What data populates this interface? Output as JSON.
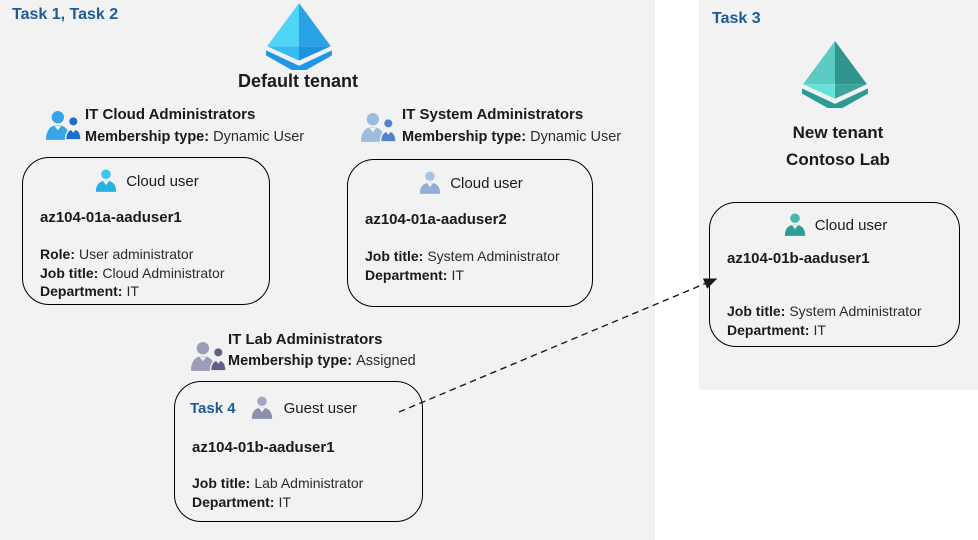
{
  "labels": {
    "task_left": "Task 1, Task 2",
    "task_right": "Task 3",
    "task_guest": "Task 4"
  },
  "tenants": {
    "default": {
      "label": "Default tenant"
    },
    "contoso": {
      "line1": "New tenant",
      "line2": "Contoso Lab"
    }
  },
  "groups": [
    {
      "name": "IT Cloud Administrators",
      "membership_label": "Membership type:",
      "membership_value": "Dynamic User"
    },
    {
      "name": "IT System Administrators",
      "membership_label": "Membership type:",
      "membership_value": "Dynamic User"
    },
    {
      "name": "IT Lab Administrators",
      "membership_label": "Membership type:",
      "membership_value": "Assigned"
    }
  ],
  "users": [
    {
      "type_label": "Cloud user",
      "name": "az104-01a-aaduser1",
      "fields": [
        {
          "label": "Role:",
          "value": "User administrator"
        },
        {
          "label": "Job title:",
          "value": "Cloud Administrator"
        },
        {
          "label": "Department:",
          "value": "IT"
        }
      ]
    },
    {
      "type_label": "Cloud user",
      "name": "az104-01a-aaduser2",
      "fields": [
        {
          "label": "Job title:",
          "value": "System Administrator"
        },
        {
          "label": "Department:",
          "value": "IT"
        }
      ]
    },
    {
      "type_label": "Guest user",
      "name": "az104-01b-aaduser1",
      "fields": [
        {
          "label": "Job title:",
          "value": "Lab Administrator"
        },
        {
          "label": "Department:",
          "value": "IT"
        }
      ]
    },
    {
      "type_label": "Cloud user",
      "name": "az104-01b-aaduser1",
      "fields": [
        {
          "label": "Job title:",
          "value": "System Administrator"
        },
        {
          "label": "Department:",
          "value": "IT"
        }
      ]
    }
  ],
  "icons": {
    "azure-ad-tenant-blue": "pyramid-diamond, cyan/blue facets",
    "azure-ad-tenant-teal": "pyramid-diamond, teal facets",
    "group-people-blue": "two-person silhouette, blue",
    "group-people-steel": "two-person silhouette, steel blue",
    "group-people-slate": "two-person silhouette, slate gray",
    "user-person-cyan": "single person silhouette, cyan",
    "user-person-steel": "single person silhouette, steel blue",
    "user-person-slate": "single person silhouette, slate gray",
    "user-person-teal": "single person silhouette, teal",
    "guest-invite-arrow": "dashed arrow pointing to new tenant user"
  },
  "colors": {
    "panel_background": "#f2f2f2",
    "task_heading": "#1b5c99",
    "text": "#1a1a1a",
    "card_border": "#000000",
    "aad_blue_facets": [
      "#4fd6f6",
      "#2aa2e6",
      "#35bdf2",
      "#1e93dd",
      "#1e97e6"
    ],
    "aad_teal_facets": [
      "#5accc4",
      "#2f958d",
      "#67e2d9",
      "#3aa59d",
      "#2d9a93"
    ],
    "person_cyan": "#27b2e6",
    "person_steel": "#8fafd9",
    "person_slate": "#8a8fae",
    "person_teal": "#2f9d97"
  }
}
